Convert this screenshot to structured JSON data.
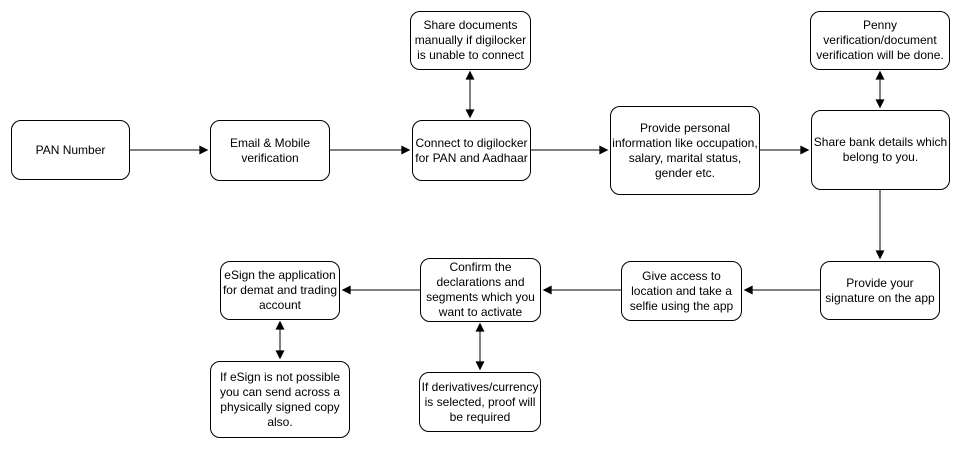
{
  "colors": {
    "background": "#ffffff",
    "box_fill": "#ffffff",
    "box_stroke": "#000000",
    "text": "#000000",
    "arrow": "#000000"
  },
  "nodes": [
    {
      "id": "pan",
      "label": "PAN Number"
    },
    {
      "id": "email-mobile",
      "label": "Email & Mobile\nverification"
    },
    {
      "id": "share-docs",
      "label": "Share documents\nmanually if digilocker\nis unable to connect"
    },
    {
      "id": "digilocker",
      "label": "Connect to digilocker\nfor PAN and Aadhaar"
    },
    {
      "id": "personal-info",
      "label": "Provide personal\ninformation like occupation,\nsalary, marital status,\ngender etc."
    },
    {
      "id": "penny",
      "label": "Penny\nverification/document\nverification will be done."
    },
    {
      "id": "bank-details",
      "label": "Share bank details which\nbelong to you."
    },
    {
      "id": "signature",
      "label": "Provide your\nsignature on the app"
    },
    {
      "id": "selfie",
      "label": "Give access to\nlocation and take a\nselfie using the app"
    },
    {
      "id": "confirm-segments",
      "label": "Confirm the\ndeclarations and\nsegments which you\nwant to activate"
    },
    {
      "id": "esign",
      "label": "eSign the application\nfor demat and trading\naccount"
    },
    {
      "id": "physical-copy",
      "label": "If eSign is not possible\nyou can send across a\nphysically signed copy\nalso."
    },
    {
      "id": "derivatives-proof",
      "label": "If derivatives/currency\nis selected, proof will\nbe required"
    }
  ],
  "edges": [
    {
      "from": "pan",
      "to": "email-mobile",
      "type": "single"
    },
    {
      "from": "email-mobile",
      "to": "digilocker",
      "type": "single"
    },
    {
      "from": "digilocker",
      "to": "share-docs",
      "type": "double"
    },
    {
      "from": "digilocker",
      "to": "personal-info",
      "type": "single"
    },
    {
      "from": "personal-info",
      "to": "bank-details",
      "type": "single"
    },
    {
      "from": "bank-details",
      "to": "penny",
      "type": "double"
    },
    {
      "from": "bank-details",
      "to": "signature",
      "type": "single"
    },
    {
      "from": "signature",
      "to": "selfie",
      "type": "single"
    },
    {
      "from": "selfie",
      "to": "confirm-segments",
      "type": "single"
    },
    {
      "from": "confirm-segments",
      "to": "esign",
      "type": "single"
    },
    {
      "from": "esign",
      "to": "physical-copy",
      "type": "double"
    },
    {
      "from": "confirm-segments",
      "to": "derivatives-proof",
      "type": "double"
    }
  ]
}
